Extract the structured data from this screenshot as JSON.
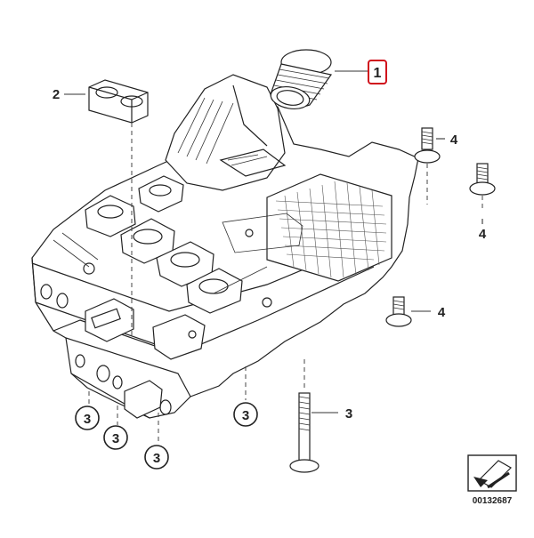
{
  "diagram": {
    "callouts": {
      "part_1": "1",
      "part_2": "2",
      "part_4_top": "4",
      "part_4_right": "4",
      "part_4_mid": "4",
      "part_3_a": "3",
      "part_3_b": "3",
      "part_3_c": "3",
      "part_3_d": "3",
      "part_3_bolt": "3"
    },
    "footer": {
      "image_code": "00132687"
    },
    "colors": {
      "highlight_box": "#d0101c",
      "ink": "#222222"
    }
  }
}
